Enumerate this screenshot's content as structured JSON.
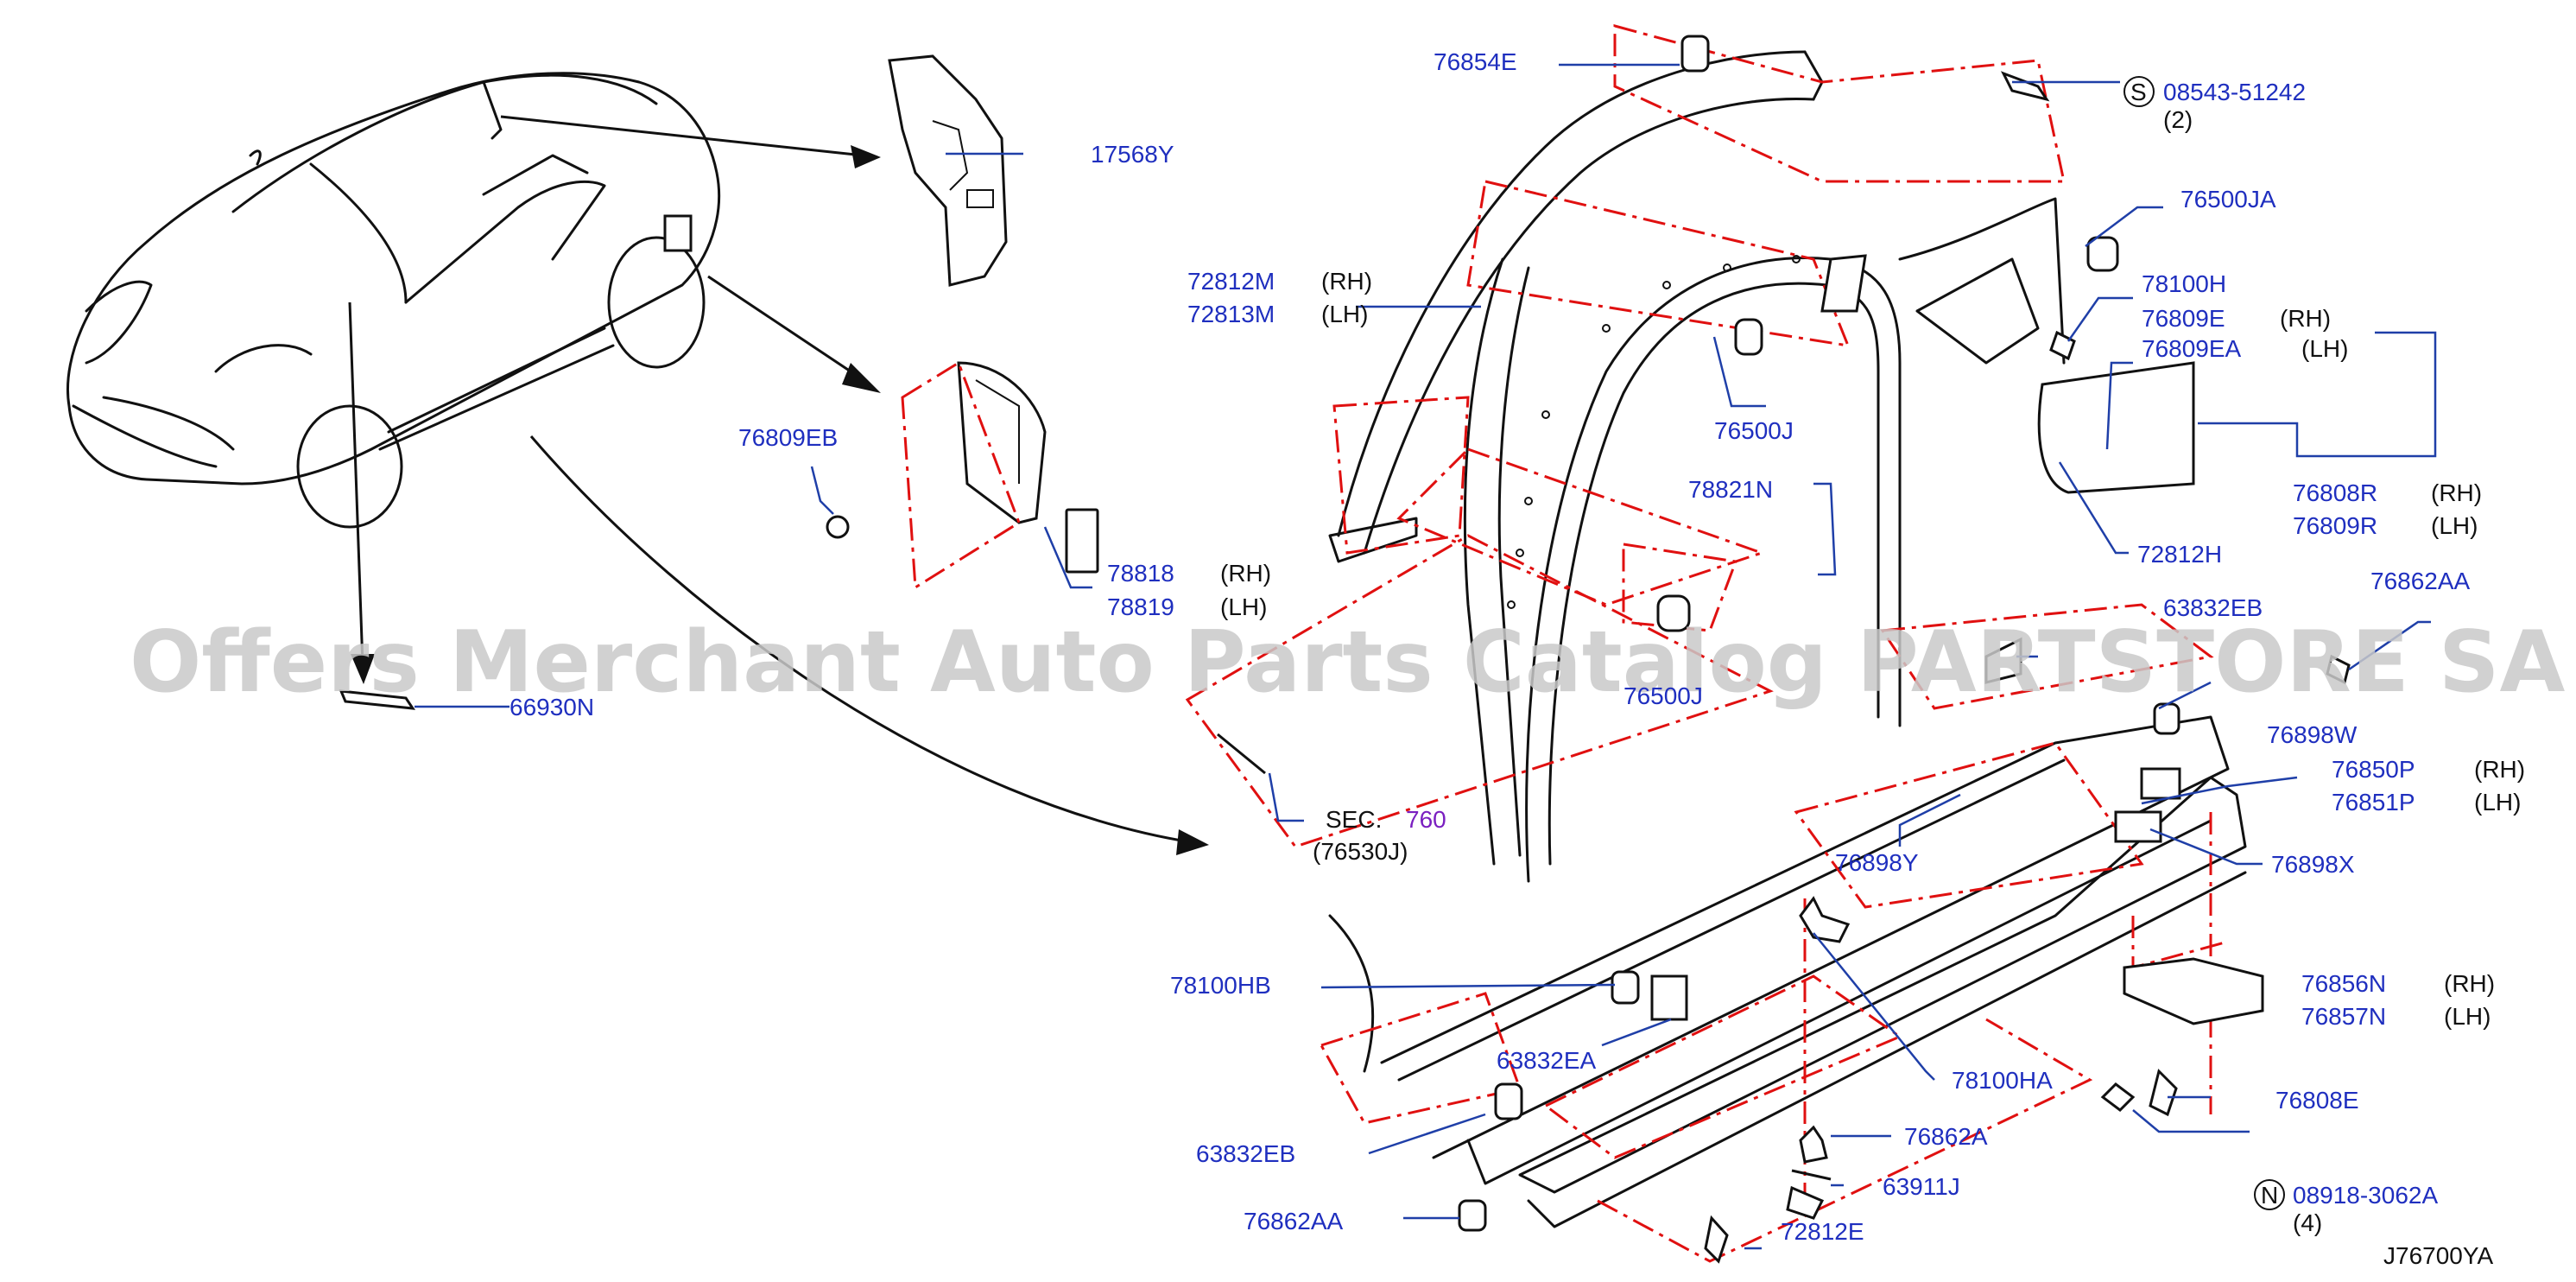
{
  "watermark": "Offers Merchant Auto Parts Catalog PARTSTORE SA",
  "diagram_code": "J76700YA",
  "colors": {
    "label": "#1f2fbf",
    "leader": "#1f3fa8",
    "dashed": "#e01010",
    "line": "#111111",
    "sec_ref": "#7a1fc0"
  },
  "labels": {
    "p76854E": "76854E",
    "p08543": "08543-51242",
    "p08543_qty": "(2)",
    "p08543_sym": "S",
    "p17568Y": "17568Y",
    "p76500JA": "76500JA",
    "p72812M": "72812M",
    "p72813M": "72813M",
    "p78100H": "78100H",
    "p76809E": "76809E",
    "p76809EA": "76809EA",
    "p76500J_a": "76500J",
    "p76809EB": "76809EB",
    "p78821N": "78821N",
    "p76808R": "76808R",
    "p76809R": "76809R",
    "p72812H": "72812H",
    "p78818": "78818",
    "p78819": "78819",
    "p63832EB_a": "63832EB",
    "p76862AA_a": "76862AA",
    "p76500J_b": "76500J",
    "p66930N": "66930N",
    "p76898W": "76898W",
    "p76850P": "76850P",
    "p76851P": "76851P",
    "sec_text": "SEC.",
    "sec_num": "760",
    "sec_sub": "(76530J)",
    "p76898Y": "76898Y",
    "p76898X": "76898X",
    "p78100HB": "78100HB",
    "p76856N": "76856N",
    "p76857N": "76857N",
    "p63832EA": "63832EA",
    "p78100HA": "78100HA",
    "p76808E": "76808E",
    "p63832EB_b": "63832EB",
    "p76862A": "76862A",
    "p08918": "08918-3062A",
    "p08918_qty": "(4)",
    "p08918_sym": "N",
    "p63911J": "63911J",
    "p76862AA_b": "76862AA",
    "p72812E": "72812E",
    "rh": "(RH)",
    "lh": "(LH)"
  }
}
